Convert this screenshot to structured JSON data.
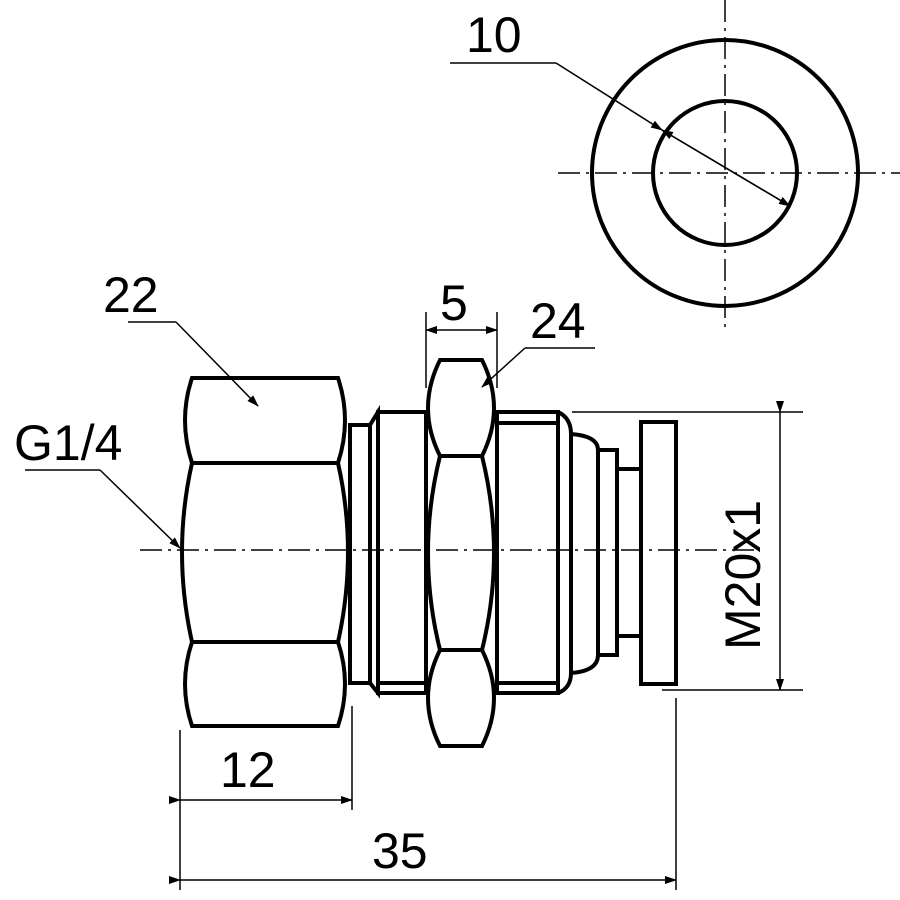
{
  "drawing": {
    "dimensions": {
      "inner_diameter": "10",
      "hex_left": "22",
      "inlet_thread": "G1/4",
      "nut_width": "5",
      "nut_hex": "24",
      "thread": "M20x1",
      "hex_length": "12",
      "total_length": "35"
    },
    "colors": {
      "line": "#000000",
      "background": "#ffffff"
    }
  }
}
